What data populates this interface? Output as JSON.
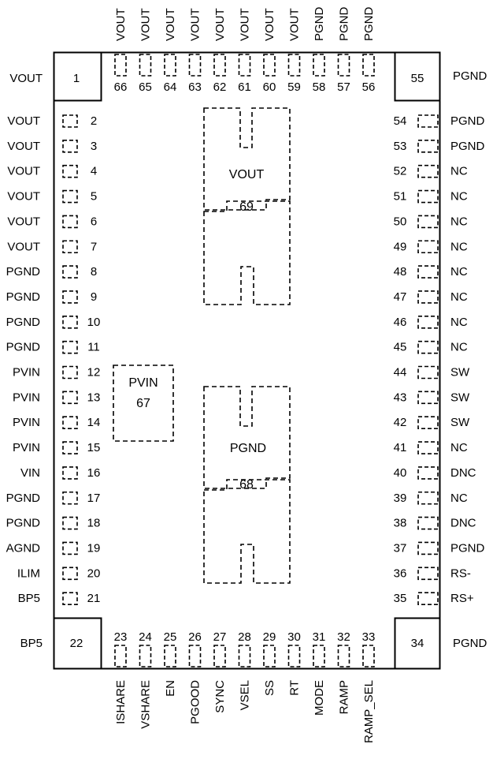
{
  "package": {
    "left": [
      {
        "num": "2",
        "name": "VOUT"
      },
      {
        "num": "3",
        "name": "VOUT"
      },
      {
        "num": "4",
        "name": "VOUT"
      },
      {
        "num": "5",
        "name": "VOUT"
      },
      {
        "num": "6",
        "name": "VOUT"
      },
      {
        "num": "7",
        "name": "VOUT"
      },
      {
        "num": "8",
        "name": "PGND"
      },
      {
        "num": "9",
        "name": "PGND"
      },
      {
        "num": "10",
        "name": "PGND"
      },
      {
        "num": "11",
        "name": "PGND"
      },
      {
        "num": "12",
        "name": "PVIN"
      },
      {
        "num": "13",
        "name": "PVIN"
      },
      {
        "num": "14",
        "name": "PVIN"
      },
      {
        "num": "15",
        "name": "PVIN"
      },
      {
        "num": "16",
        "name": "VIN"
      },
      {
        "num": "17",
        "name": "PGND"
      },
      {
        "num": "18",
        "name": "PGND"
      },
      {
        "num": "19",
        "name": "AGND"
      },
      {
        "num": "20",
        "name": "ILIM"
      },
      {
        "num": "21",
        "name": "BP5"
      }
    ],
    "right": [
      {
        "num": "54",
        "name": "PGND"
      },
      {
        "num": "53",
        "name": "PGND"
      },
      {
        "num": "52",
        "name": "NC"
      },
      {
        "num": "51",
        "name": "NC"
      },
      {
        "num": "50",
        "name": "NC"
      },
      {
        "num": "49",
        "name": "NC"
      },
      {
        "num": "48",
        "name": "NC"
      },
      {
        "num": "47",
        "name": "NC"
      },
      {
        "num": "46",
        "name": "NC"
      },
      {
        "num": "45",
        "name": "NC"
      },
      {
        "num": "44",
        "name": "SW"
      },
      {
        "num": "43",
        "name": "SW"
      },
      {
        "num": "42",
        "name": "SW"
      },
      {
        "num": "41",
        "name": "NC"
      },
      {
        "num": "40",
        "name": "DNC"
      },
      {
        "num": "39",
        "name": "NC"
      },
      {
        "num": "38",
        "name": "DNC"
      },
      {
        "num": "37",
        "name": "PGND"
      },
      {
        "num": "36",
        "name": "RS-"
      },
      {
        "num": "35",
        "name": "RS+"
      }
    ],
    "top": [
      {
        "num": "66",
        "name": "VOUT"
      },
      {
        "num": "65",
        "name": "VOUT"
      },
      {
        "num": "64",
        "name": "VOUT"
      },
      {
        "num": "63",
        "name": "VOUT"
      },
      {
        "num": "62",
        "name": "VOUT"
      },
      {
        "num": "61",
        "name": "VOUT"
      },
      {
        "num": "60",
        "name": "VOUT"
      },
      {
        "num": "59",
        "name": "VOUT"
      },
      {
        "num": "58",
        "name": "PGND"
      },
      {
        "num": "57",
        "name": "PGND"
      },
      {
        "num": "56",
        "name": "PGND"
      }
    ],
    "bottom": [
      {
        "num": "23",
        "name": "ISHARE"
      },
      {
        "num": "24",
        "name": "VSHARE"
      },
      {
        "num": "25",
        "name": "EN"
      },
      {
        "num": "26",
        "name": "PGOOD"
      },
      {
        "num": "27",
        "name": "SYNC"
      },
      {
        "num": "28",
        "name": "VSEL"
      },
      {
        "num": "29",
        "name": "SS"
      },
      {
        "num": "30",
        "name": "RT"
      },
      {
        "num": "31",
        "name": "MODE"
      },
      {
        "num": "32",
        "name": "RAMP"
      },
      {
        "num": "33",
        "name": "RAMP_SEL"
      }
    ],
    "corners": {
      "tl": {
        "num": "1",
        "name": "VOUT"
      },
      "tr": {
        "num": "55",
        "name": "PGND"
      },
      "bl": {
        "num": "22",
        "name": "BP5"
      },
      "br": {
        "num": "34",
        "name": "PGND"
      }
    },
    "thermal_pads": {
      "vout": {
        "num": "69",
        "name": "VOUT"
      },
      "pgnd": {
        "num": "68",
        "name": "PGND"
      },
      "pvin": {
        "num": "67",
        "name": "PVIN"
      }
    }
  }
}
